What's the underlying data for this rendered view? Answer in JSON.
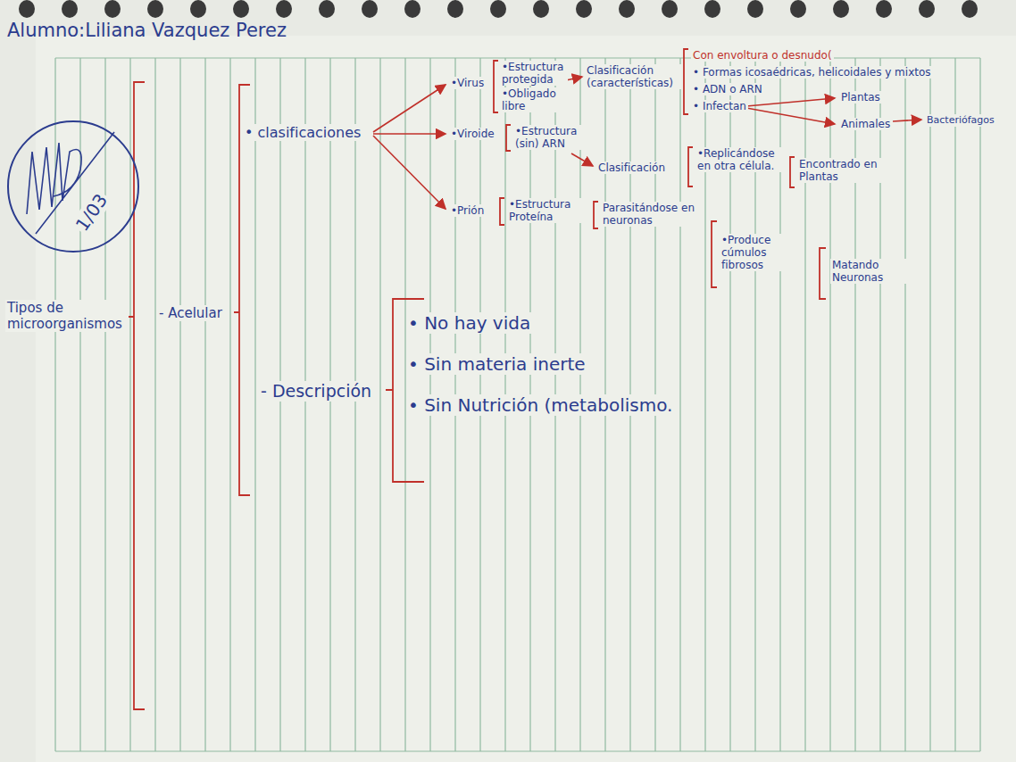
{
  "diagram": {
    "title": "Alumno:Liliana Vazquez Perez",
    "nodes": [
      {
        "text": [
          "1/03"
        ]
      }
    ],
    "labels": [
      "Tipos de microorganismos",
      "- Acelular",
      "• clasificaciones",
      "•Virus",
      "•Estructura protegida",
      "•Obligado libre",
      "Clasificación (características)",
      "Con envoltura o desnudo(",
      "• Formas icosaédricas, helicoidales y mixtos",
      "• ADN o ARN",
      "• Infectan",
      "Plantas",
      "Animales",
      "Bacteriófagos",
      "•Viroide",
      "•Estructura (sin) ARN",
      "Clasificación",
      "•Replicándose en otra célula.",
      "Encontrado en Plantas",
      "•Prión",
      "•Estructura Proteína",
      "Parasitándose en neuronas",
      "•Produce cúmulos fibrosos",
      "Matando Neuronas",
      "- Descripción",
      "• No hay vida",
      "• Sin materia inerte",
      "• Sin Nutrición (metabolismo."
    ]
  }
}
